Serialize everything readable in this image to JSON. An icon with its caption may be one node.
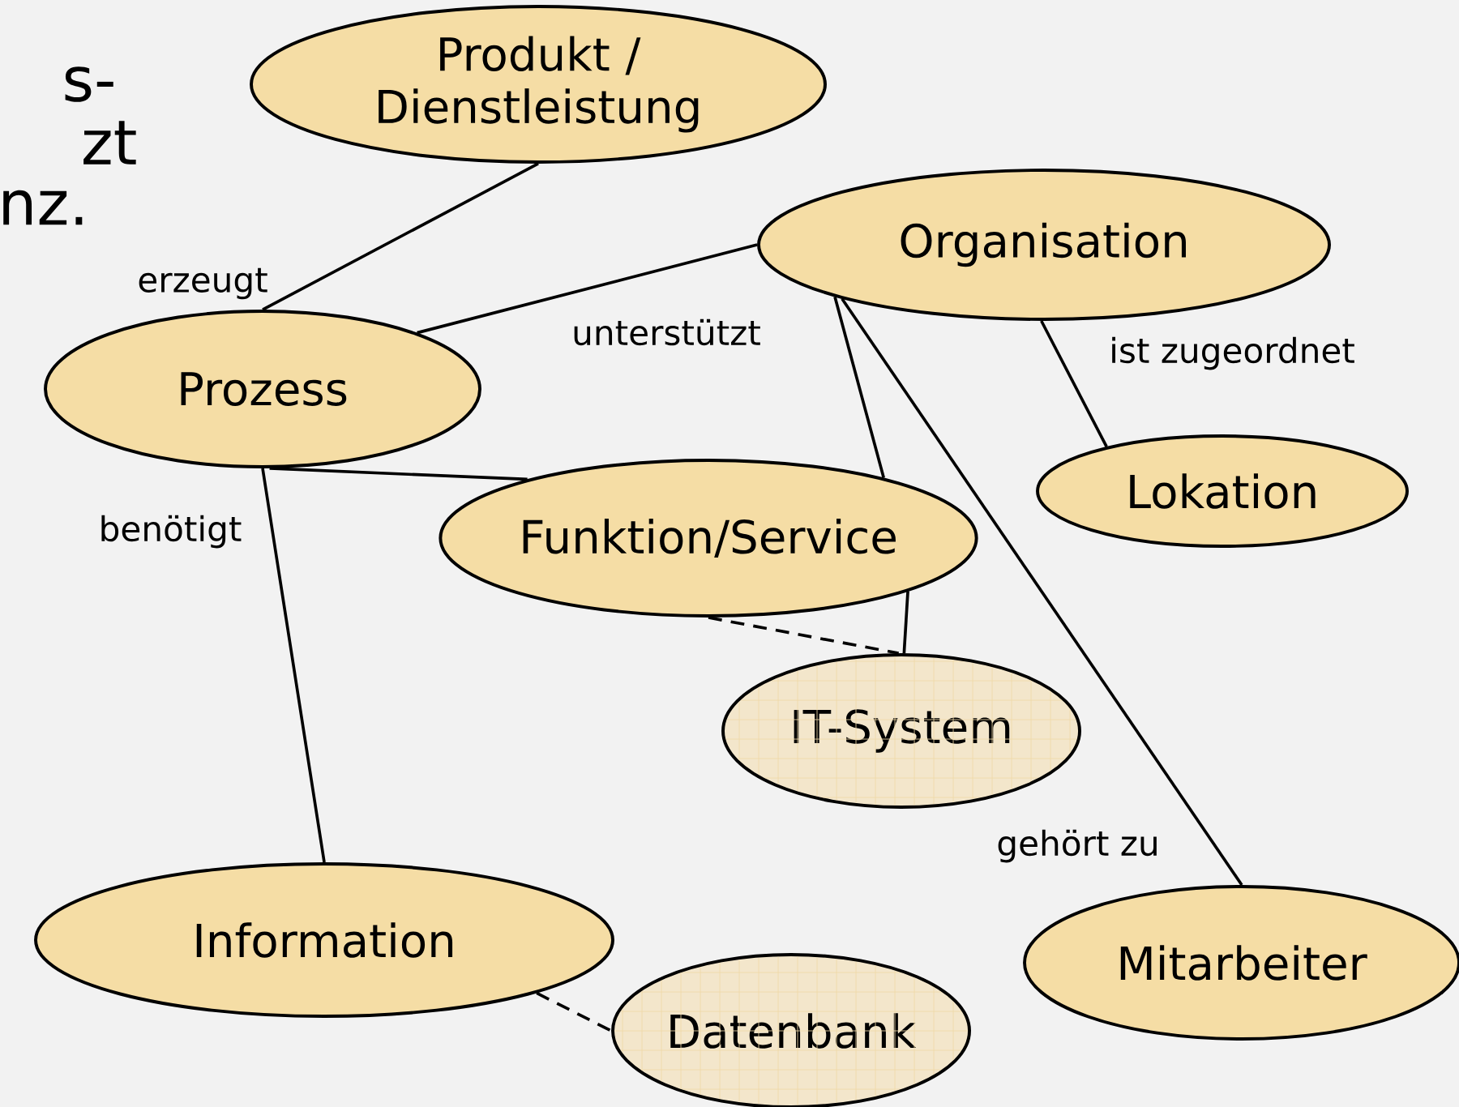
{
  "diagram": {
    "nodes": [
      {
        "text": [
          "Produkt / Dienstleistung"
        ]
      },
      {
        "text": [
          "Organisation"
        ]
      },
      {
        "text": [
          "Prozess"
        ]
      },
      {
        "text": [
          "Lokation"
        ]
      },
      {
        "text": [
          "Funktion/Service"
        ]
      },
      {
        "text": [
          "IT-System"
        ]
      },
      {
        "text": [
          "Information"
        ]
      },
      {
        "text": [
          "Mitarbeiter"
        ]
      },
      {
        "text": [
          "Datenbank"
        ]
      }
    ],
    "edges": [
      {
        "from": 0,
        "to": 2,
        "arrow": "none",
        "label": "erzeugt"
      },
      {
        "from": 2,
        "to": 1,
        "arrow": "none",
        "label": "unterstützt"
      },
      {
        "from": 1,
        "to": 4,
        "arrow": "none"
      },
      {
        "from": 4,
        "to": 5,
        "arrow": "none"
      },
      {
        "from": 4,
        "to": 5,
        "arrow": "none",
        "style": "dashed"
      },
      {
        "from": 1,
        "to": 7,
        "arrow": "none",
        "label": "gehört zu"
      },
      {
        "from": 1,
        "to": 3,
        "arrow": "none",
        "label": "ist zugeordnet"
      },
      {
        "from": 2,
        "to": 4,
        "arrow": "none"
      },
      {
        "from": 2,
        "to": 6,
        "arrow": "none",
        "label": "benötigt"
      },
      {
        "from": 6,
        "to": 8,
        "arrow": "none",
        "style": "dashed"
      }
    ],
    "labels": [
      "s-",
      "zt",
      "nz."
    ]
  }
}
